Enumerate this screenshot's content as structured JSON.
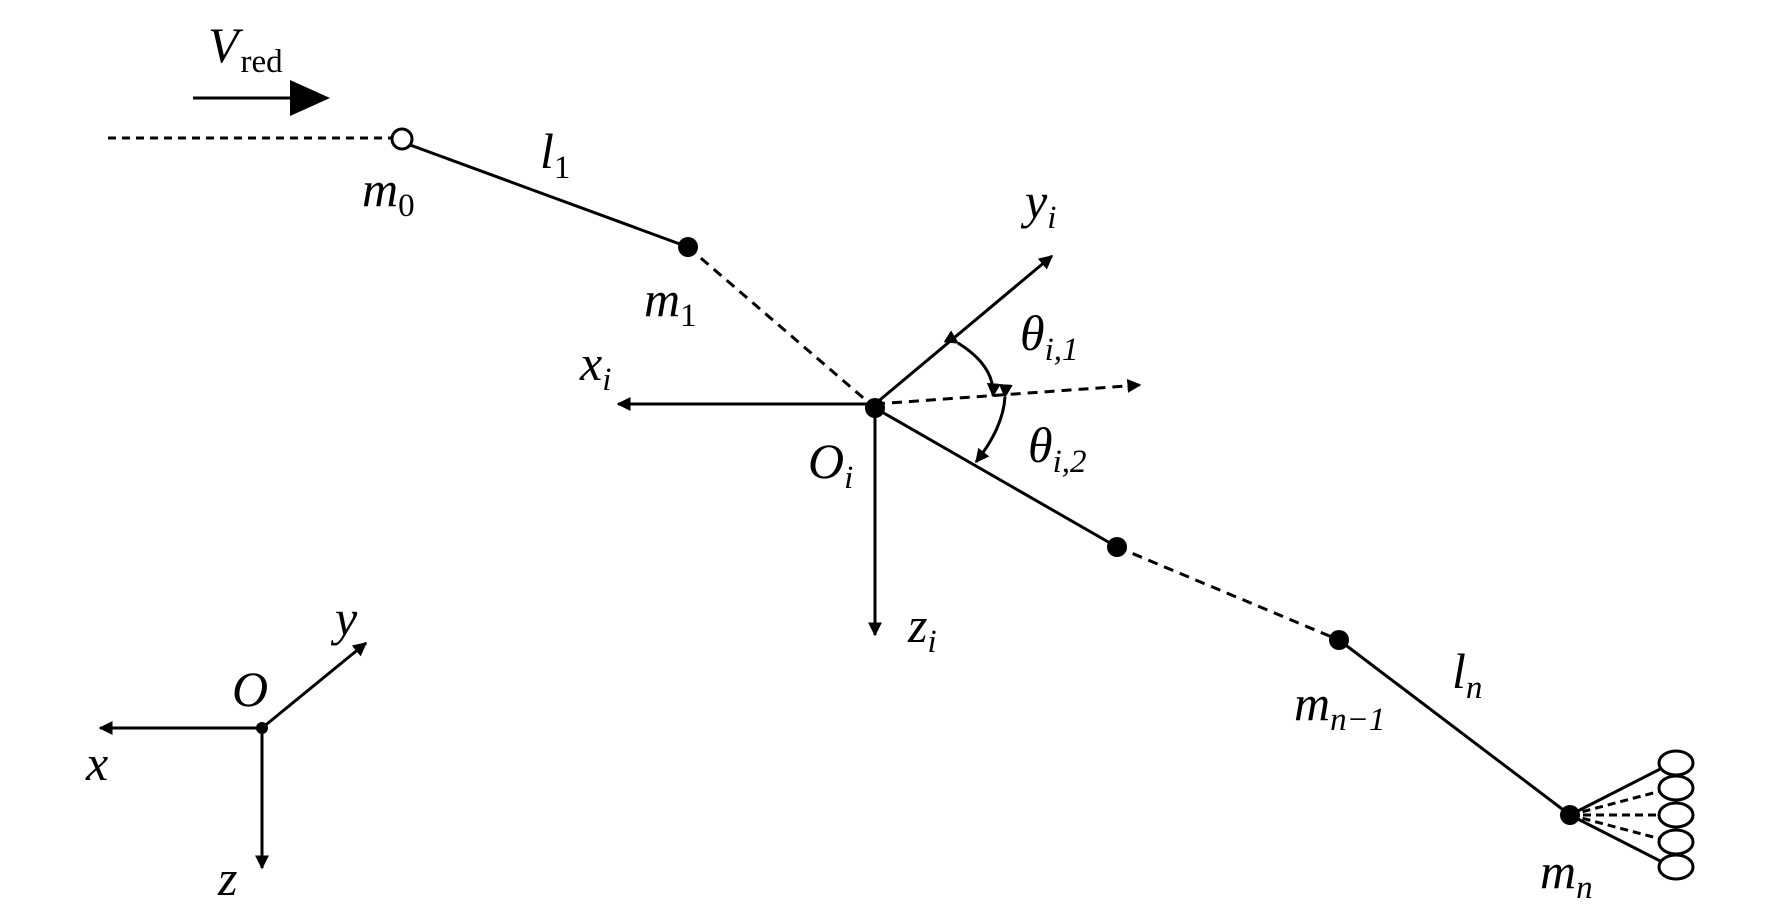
{
  "labels": {
    "v": "V",
    "v_sub": "red",
    "m": "m",
    "m0_sub": "0",
    "m1_sub": "1",
    "mn1_sub": "n−1",
    "mn_sub": "n",
    "l": "l",
    "l1_sub": "1",
    "ln_sub": "n",
    "O": "O",
    "Oi_sub": "i",
    "x": "x",
    "y": "y",
    "z": "z",
    "i": "i",
    "theta": "θ",
    "theta1_sub": "i,1",
    "theta2_sub": "i,2"
  },
  "colors": {
    "stroke": "#000000",
    "background": "#ffffff"
  }
}
